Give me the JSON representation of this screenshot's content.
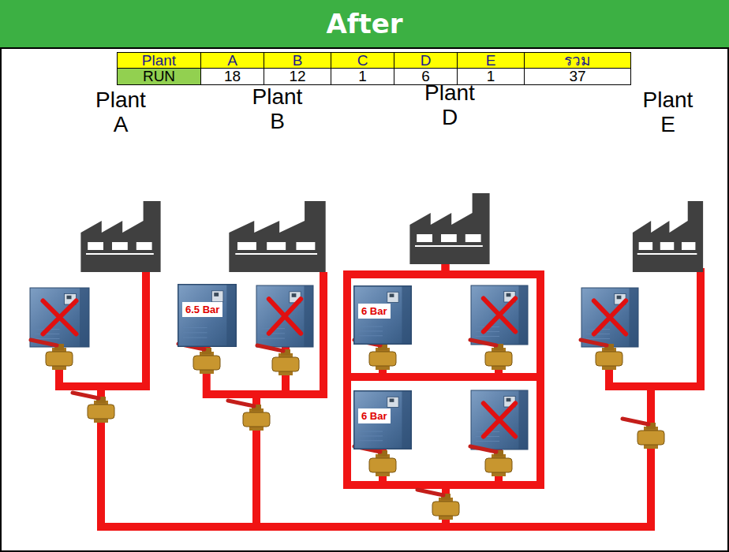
{
  "diagram": {
    "title": "After",
    "nodes": [
      {
        "text": [
          "Plant A"
        ]
      },
      {
        "text": [
          "Plant B"
        ]
      },
      {
        "text": [
          "Plant D"
        ]
      },
      {
        "text": [
          "Plant E"
        ]
      },
      {
        "text": [
          "6.5 Bar"
        ]
      },
      {
        "text": [
          "6 Bar"
        ]
      },
      {
        "text": [
          "6 Bar"
        ]
      }
    ],
    "edges": [
      {
        "from": 4,
        "to": 1,
        "arrow": "none"
      },
      {
        "from": 5,
        "to": 2,
        "arrow": "none"
      },
      {
        "from": 6,
        "to": 2,
        "arrow": "none"
      }
    ],
    "labels": [
      "Plant",
      "A",
      "B",
      "C",
      "D",
      "E",
      "รวม",
      "RUN",
      "18",
      "12",
      "1",
      "6",
      "1",
      "37"
    ]
  }
}
